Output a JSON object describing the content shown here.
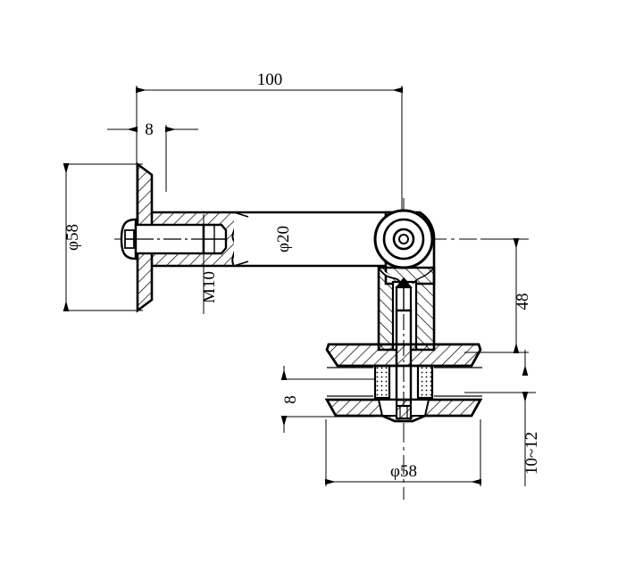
{
  "drawing": {
    "title": "Glass spider standoff fitting - sectional assembly drawing",
    "background_color": "#ffffff",
    "line_color": "#000000",
    "units": "mm",
    "projection": "section view with hatching"
  },
  "dimensions": {
    "arm_length": "100",
    "wall_flange_thickness": "8",
    "wall_flange_diameter": "φ58",
    "arm_diameter": "φ20",
    "bolt_thread": "M10",
    "pivot_to_glass_center": "48",
    "glass_thickness": "10~12",
    "clamp_disc_thickness": "8",
    "clamp_disc_diameter": "φ58"
  },
  "labels": [
    {
      "id": "dim-100",
      "text": "100",
      "orientation": "horizontal"
    },
    {
      "id": "dim-8-top",
      "text": "8",
      "orientation": "horizontal"
    },
    {
      "id": "dim-d58-left",
      "text": "φ58",
      "orientation": "vertical-ccw"
    },
    {
      "id": "dim-m10",
      "text": "M10",
      "orientation": "vertical-ccw"
    },
    {
      "id": "dim-d20",
      "text": "φ20",
      "orientation": "vertical-ccw"
    },
    {
      "id": "dim-48",
      "text": "48",
      "orientation": "vertical-ccw"
    },
    {
      "id": "dim-10-12",
      "text": "10~12",
      "orientation": "vertical-ccw"
    },
    {
      "id": "dim-8-bottom",
      "text": "8",
      "orientation": "vertical-ccw"
    },
    {
      "id": "dim-d58-bottom",
      "text": "φ58",
      "orientation": "horizontal"
    }
  ],
  "components": [
    {
      "id": "wall-flange",
      "name": "wall mounting flange"
    },
    {
      "id": "socket-bolt",
      "name": "hex socket head bolt M10"
    },
    {
      "id": "arm",
      "name": "cylindrical arm φ20"
    },
    {
      "id": "pivot-joint",
      "name": "rotary pivot joint"
    },
    {
      "id": "upper-clamp-disc",
      "name": "upper glass clamp disc φ58"
    },
    {
      "id": "lower-clamp-disc",
      "name": "lower glass clamp disc φ58"
    },
    {
      "id": "center-stud",
      "name": "central threaded stud"
    },
    {
      "id": "glass-panel",
      "name": "glass panel 10~12 thick"
    }
  ]
}
